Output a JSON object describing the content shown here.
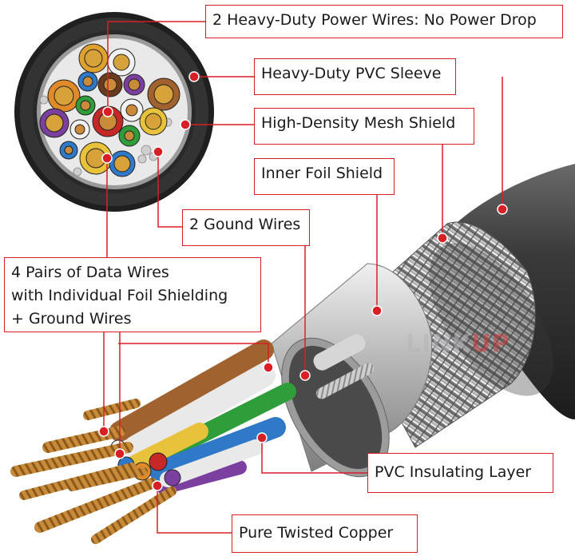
{
  "callouts": {
    "power_wires": "2 Heavy-Duty Power Wires: No Power Drop",
    "pvc_sleeve": "Heavy-Duty PVC Sleeve",
    "mesh_shield": "High-Density Mesh Shield",
    "foil_shield": "Inner Foil Shield",
    "ground_wires": "2 Gound Wires",
    "data_wires": [
      "4 Pairs of Data Wires",
      "with Individual Foil Shielding",
      "+ Ground Wires"
    ],
    "insulating_layer": "PVC Insulating Layer",
    "copper": "Pure Twisted Copper"
  },
  "watermark": {
    "left": "LINK",
    "right": "UP"
  },
  "colors": {
    "accent": "#d81f26",
    "jacket": "#2b2b2b",
    "copper": "#c98a3a",
    "wire_brown": "#a0622f",
    "wire_white": "#f2f2f2",
    "wire_green": "#2e9d3a",
    "wire_blue": "#2f79c8",
    "wire_orange": "#e08a2a",
    "wire_purple": "#7b3fa0",
    "wire_red": "#c62828",
    "wire_yellow": "#e7c23a"
  }
}
